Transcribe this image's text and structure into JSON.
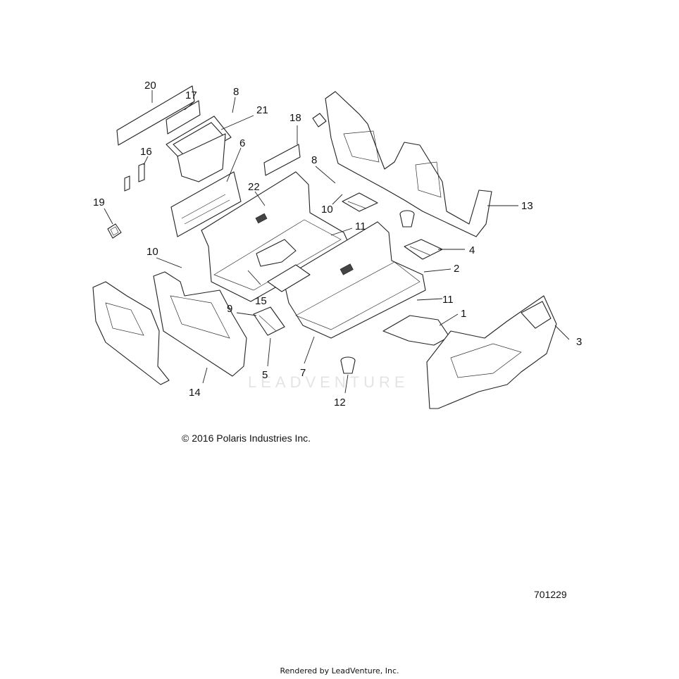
{
  "callouts": {
    "c1": "1",
    "c2": "2",
    "c3": "3",
    "c4": "4",
    "c5": "5",
    "c6": "6",
    "c7": "7",
    "c8a": "8",
    "c8b": "8",
    "c9": "9",
    "c10a": "10",
    "c10b": "10",
    "c11a": "11",
    "c11b": "11",
    "c12": "12",
    "c13": "13",
    "c14": "14",
    "c15": "15",
    "c16": "16",
    "c17": "17",
    "c18": "18",
    "c19": "19",
    "c20": "20",
    "c21": "21",
    "c22": "22"
  },
  "watermark": "LEADVENTURE",
  "copyright": "© 2016 Polaris Industries Inc.",
  "diagram_number": "701229",
  "footer": "Rendered by LeadVenture, Inc."
}
